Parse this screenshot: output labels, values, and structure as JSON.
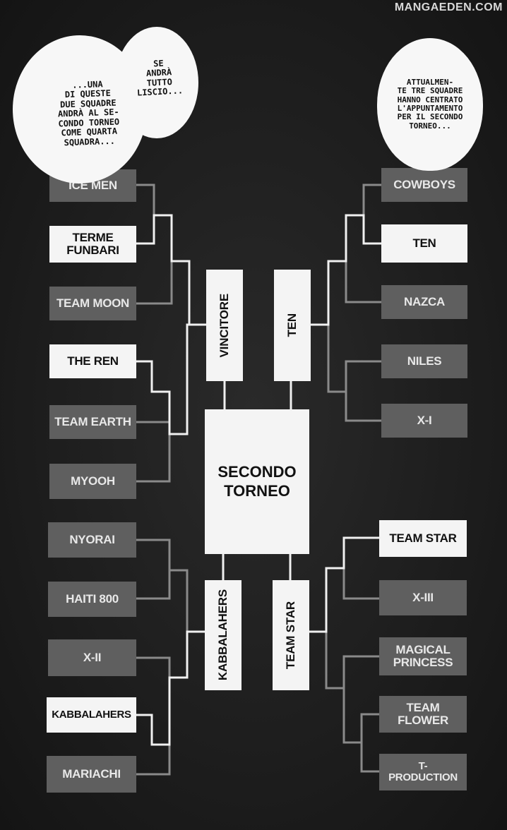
{
  "watermark": "MANGAEDEN.COM",
  "speech": {
    "left_main": "...UNA\nDI QUESTE\nDUE SQUADRE\nANDRÀ AL SE-\nCONDO TORNEO\nCOME QUARTA\nSQUADRA...",
    "left_small": "SE\nANDRÀ\nTUTTO\nLISCIO...",
    "right": "ATTUALMEN-\nTE TRE SQUADRE\nHANNO CENTRATO\nL'APPUNTAMENTO\nPER IL SECONDO\nTORNEO..."
  },
  "bracket": {
    "center": "SECONDO\nTORNEO",
    "semi_left_top": "VINCITORE",
    "semi_right_top": "TEN",
    "semi_left_bottom": "KABBALAHERS",
    "semi_right_bottom": "TEAM STAR",
    "left_teams": [
      "ICE MEN",
      "TERME\nFUNBARI",
      "TEAM MOON",
      "THE REN",
      "TEAM EARTH",
      "MYOOH",
      "NYORAI",
      "HAITI 800",
      "X-II",
      "KABBALAHERS",
      "MARIACHI"
    ],
    "right_teams": [
      "COWBOYS",
      "TEN",
      "NAZCA",
      "NILES",
      "X-I",
      "TEAM STAR",
      "X-III",
      "MAGICAL\nPRINCESS",
      "TEAM\nFLOWER",
      "T-\nPRODUCTION"
    ]
  },
  "colors": {
    "background": "#1c1c1c",
    "eliminated_box": "#5f5f5f",
    "winner_box": "#f4f4f4",
    "line_white": "#f0f0f0",
    "line_gray": "#8a8a8a"
  }
}
